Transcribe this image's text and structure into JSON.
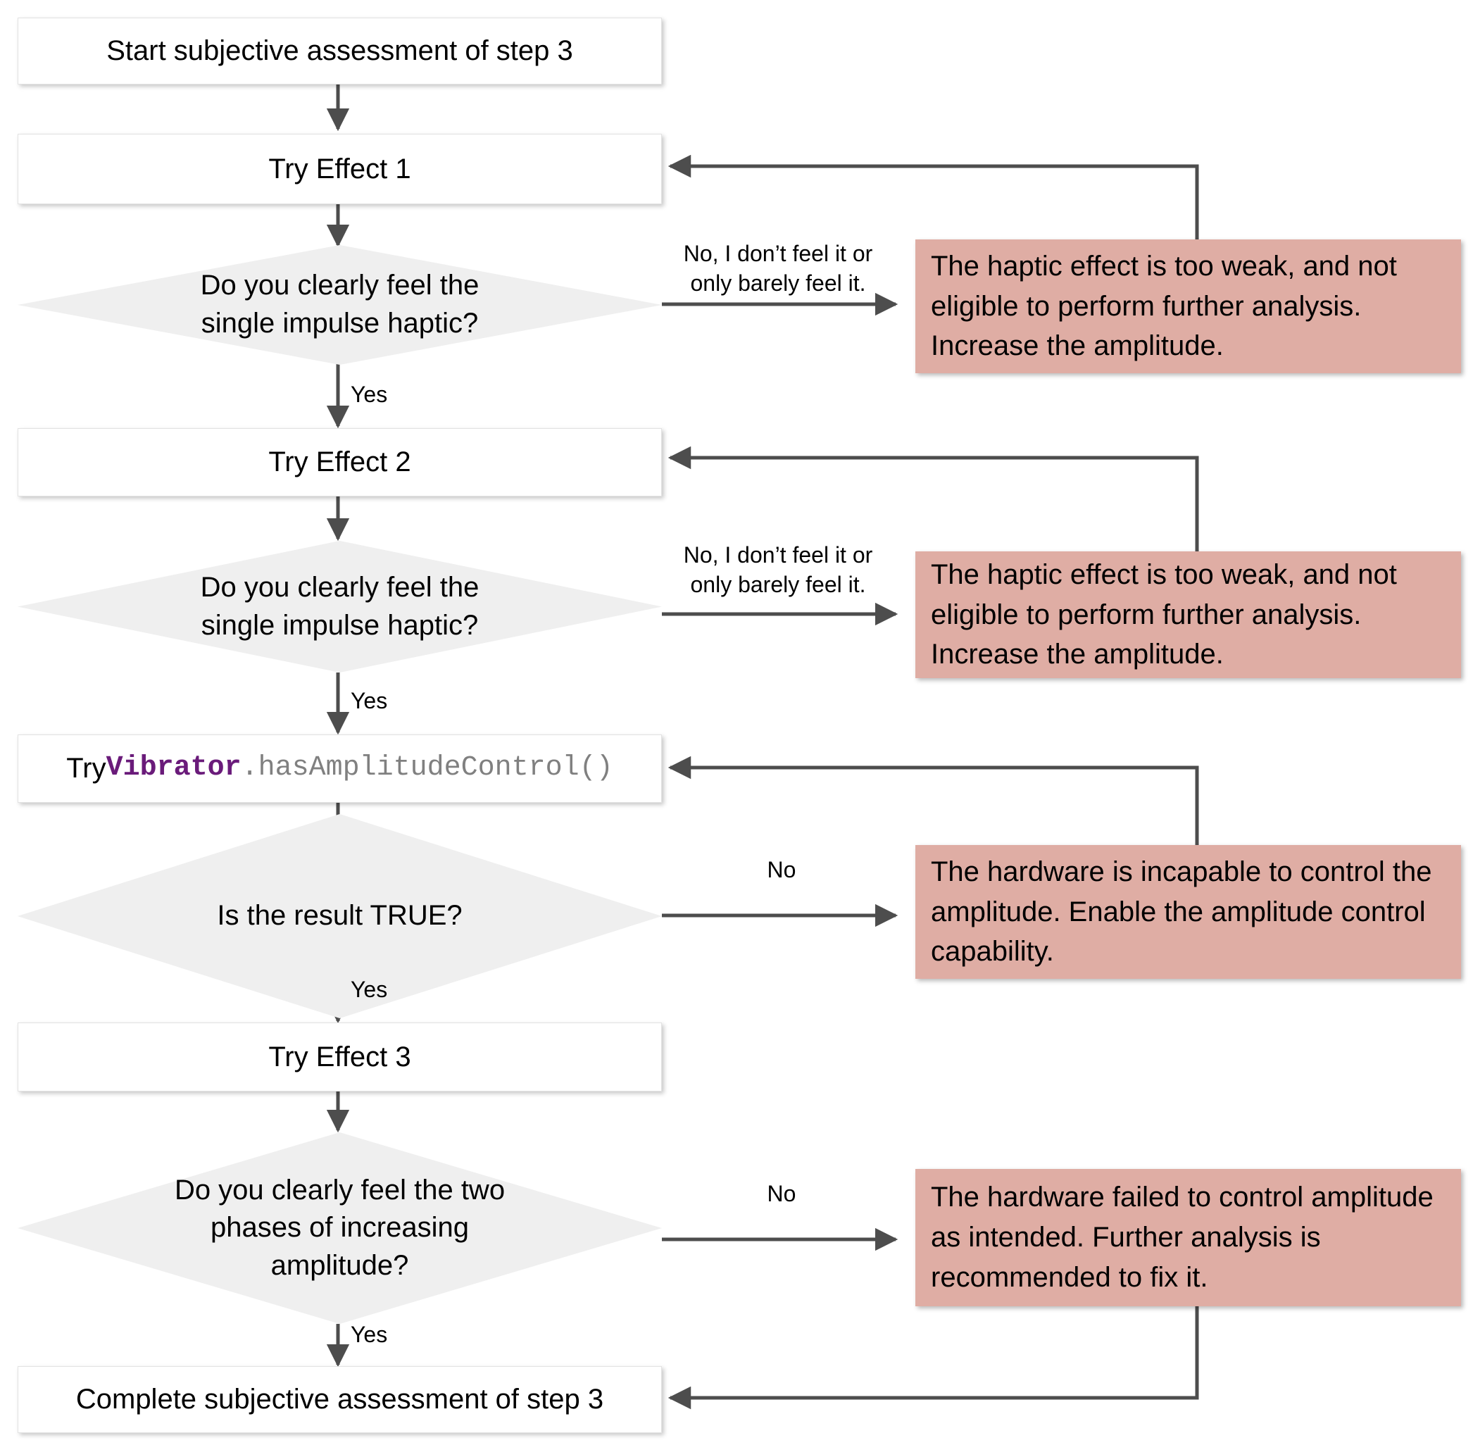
{
  "diagram": {
    "title": "Subjective assessment of step 3 flowchart",
    "colors": {
      "note_fill": "#dfada4",
      "decision_fill": "#efefef",
      "process_fill": "#ffffff",
      "edge": "#4d4d4d",
      "class_token": "#6a1b7a",
      "method_token": "#808080"
    }
  },
  "nodes": {
    "start": {
      "label": "Start subjective assessment of step 3"
    },
    "try_effect_1": {
      "label": "Try Effect 1"
    },
    "decision_1": {
      "label": "Do you clearly feel the\nsingle impulse haptic?"
    },
    "try_effect_2": {
      "label": "Try Effect 2"
    },
    "decision_2": {
      "label": "Do you clearly feel the\nsingle impulse haptic?"
    },
    "try_has_amplitude_control": {
      "prefix": "Try ",
      "class_token": "Vibrator",
      "method_token": ".hasAmplitudeControl()"
    },
    "decision_3": {
      "label": "Is the result TRUE?"
    },
    "try_effect_3": {
      "label": "Try Effect 3"
    },
    "decision_4": {
      "label": "Do you clearly feel the two\nphases of increasing\namplitude?"
    },
    "complete": {
      "label": "Complete subjective assessment of step 3"
    }
  },
  "notes": {
    "note_1": {
      "text": "The haptic effect is too weak, and not eligible to perform further analysis. Increase the amplitude."
    },
    "note_2": {
      "text": "The haptic effect is too weak, and not eligible to perform further analysis. Increase the amplitude."
    },
    "note_3": {
      "text": "The hardware is incapable to control the amplitude. Enable the amplitude control capability."
    },
    "note_4": {
      "text": "The hardware failed to control amplitude as intended. Further analysis is recommended to fix it."
    }
  },
  "edge_labels": {
    "no_1": "No, I don’t feel it or\nonly barely feel it.",
    "yes_1": "Yes",
    "no_2": "No, I don’t feel it or\nonly barely feel it.",
    "yes_2": "Yes",
    "no_3": "No",
    "yes_3": "Yes",
    "no_4": "No",
    "yes_4": "Yes"
  }
}
